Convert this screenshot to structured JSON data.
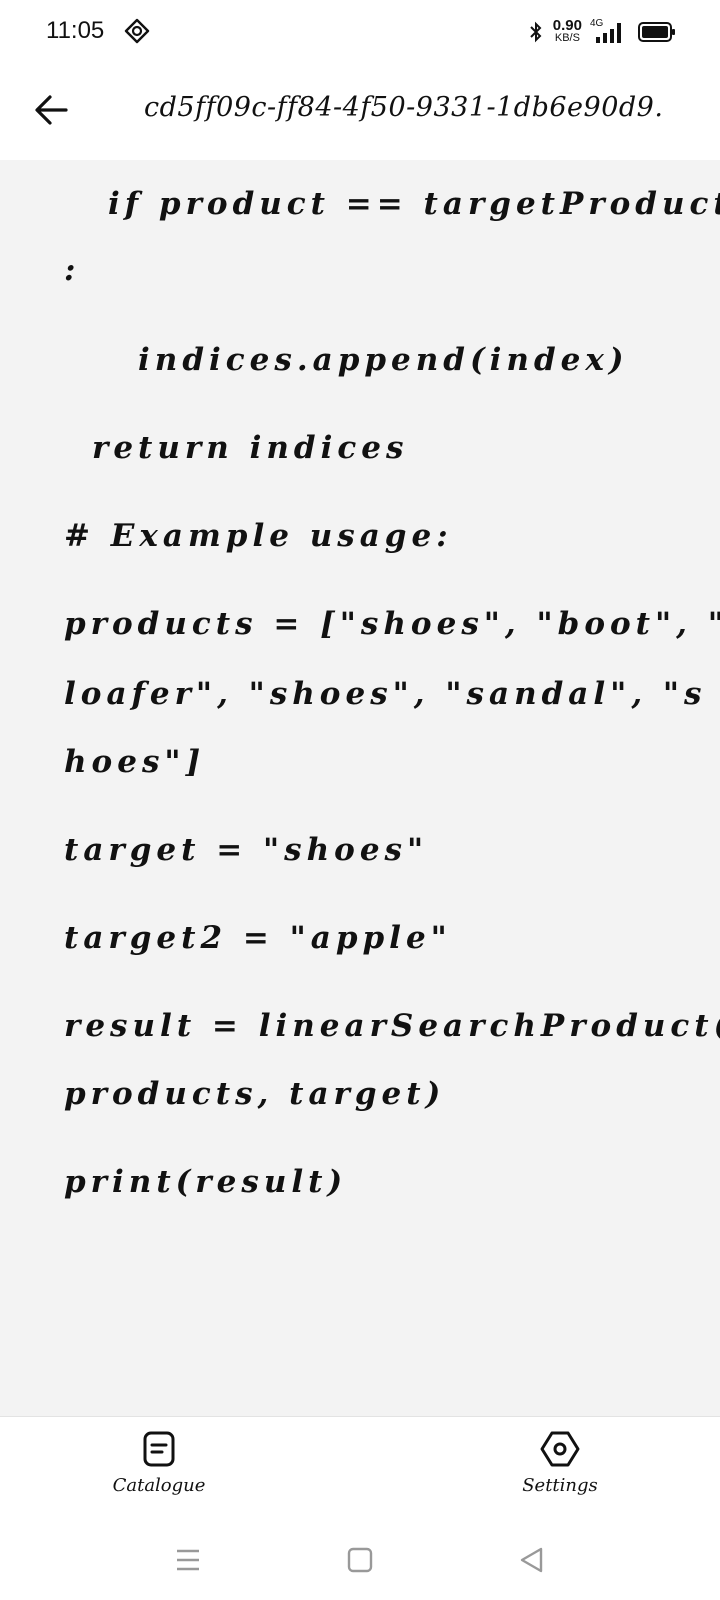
{
  "status_bar": {
    "time": "11:05",
    "left_icon": "screen-rotation-icon",
    "net_speed_value": "0.90",
    "net_speed_unit": "KB/S",
    "network_type": "4G",
    "icons": [
      "bluetooth-icon",
      "signal-icon",
      "battery-icon"
    ]
  },
  "header": {
    "back_icon": "arrow-left-icon",
    "title": "cd5ff09c-ff84-4f50-9331-1db6e90d9."
  },
  "code": {
    "lines": [
      "if product == targetProduct",
      ":",
      "indices.append(index)",
      "return indices",
      "# Example usage:",
      "products = [\"shoes\", \"boot\", \"",
      "loafer\", \"shoes\", \"sandal\", \"s",
      "hoes\"]",
      "target = \"shoes\"",
      "target2 = \"apple\"",
      "result = linearSearchProduct(",
      "products, target)",
      "print(result)"
    ]
  },
  "bottom_nav": {
    "items": [
      {
        "label": "Catalogue",
        "icon": "document-icon"
      },
      {
        "label": "Settings",
        "icon": "hexagon-gear-icon"
      }
    ]
  },
  "system_nav": {
    "buttons": [
      "menu-icon",
      "home-icon",
      "back-triangle-icon"
    ]
  },
  "colors": {
    "content_background": "#f3f3f3",
    "text": "#111111"
  }
}
